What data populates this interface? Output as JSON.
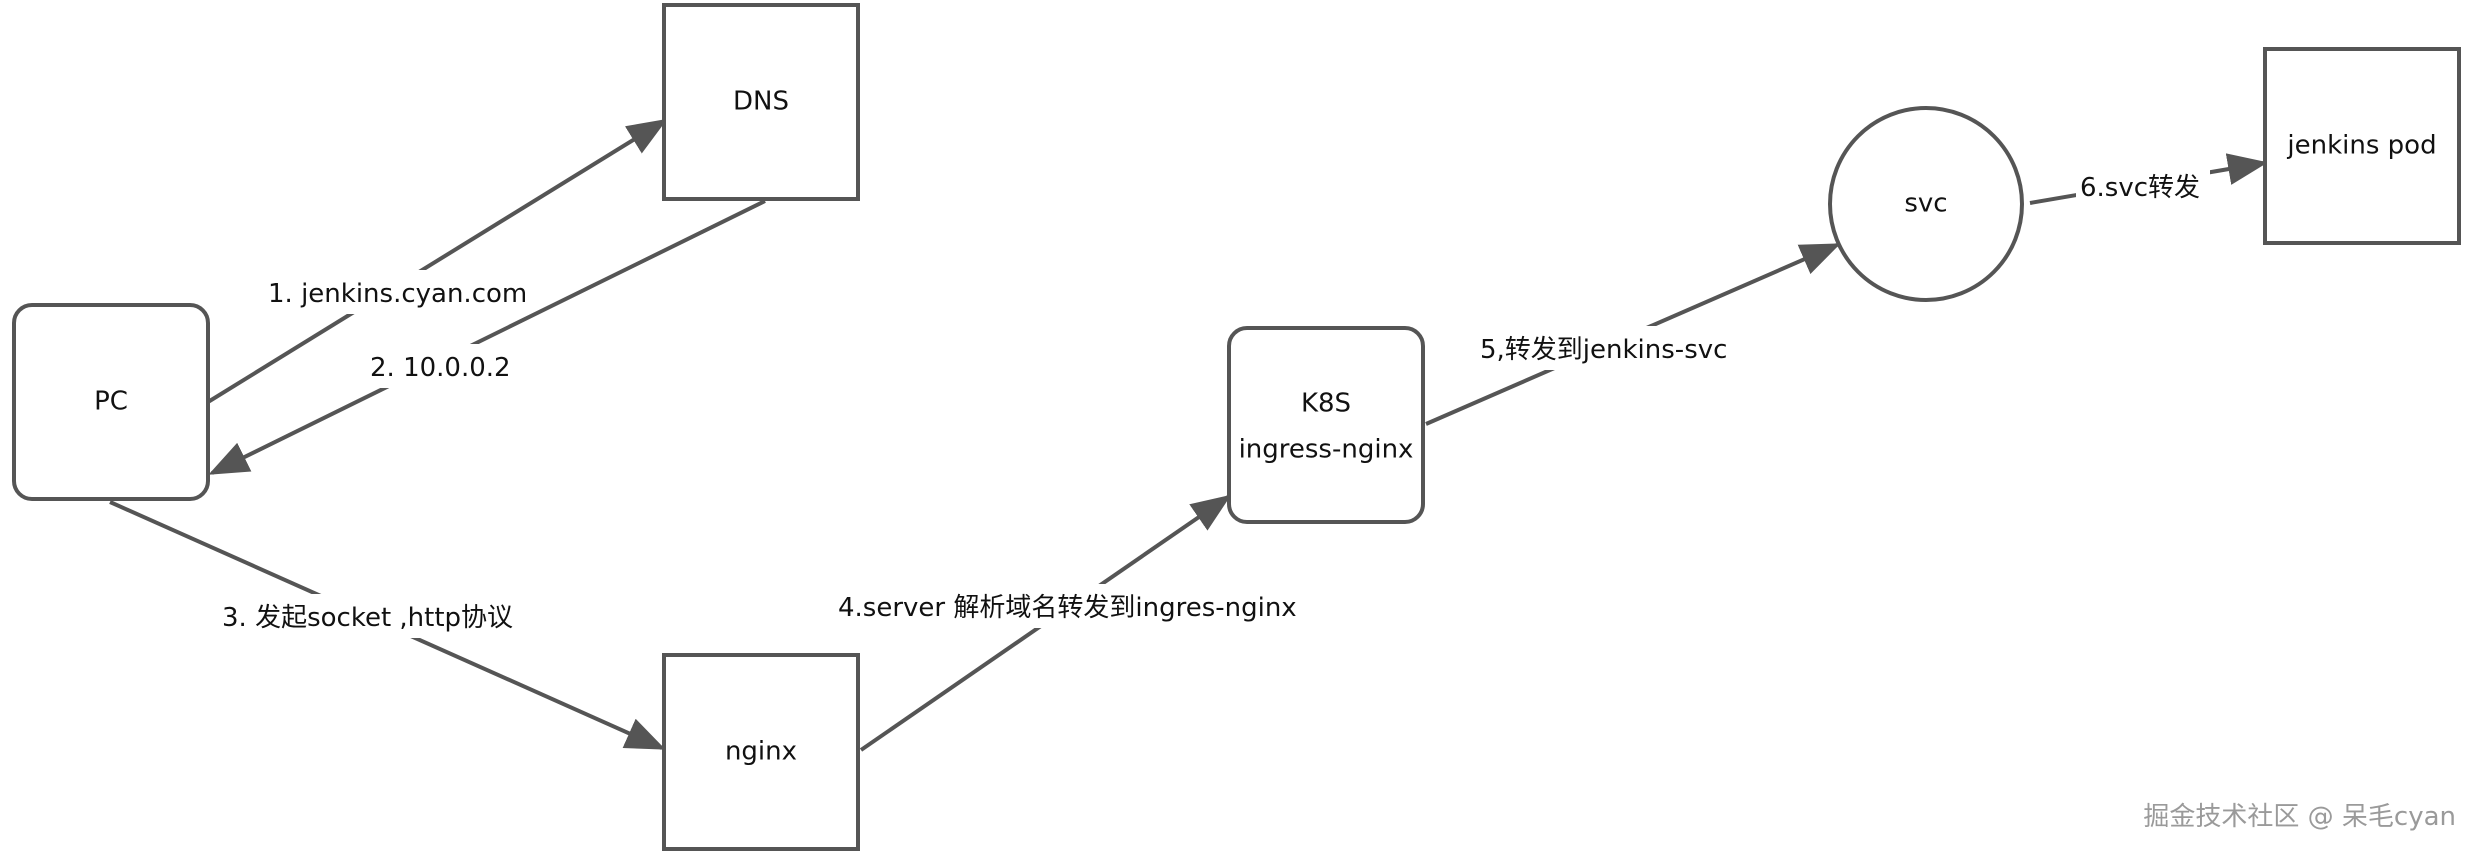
{
  "nodes": {
    "pc": "PC",
    "dns": "DNS",
    "nginx": "nginx",
    "k8s_line1": "K8S",
    "k8s_line2": "ingress-nginx",
    "svc": "svc",
    "jenkins_pod": "jenkins pod"
  },
  "edges": {
    "step1": "1. jenkins.cyan.com",
    "step2": "2. 10.0.0.2",
    "step3": "3. 发起socket ,http协议",
    "step4": "4.server 解析域名转发到ingres-nginx",
    "step5": "5,转发到jenkins-svc",
    "step6": "6.svc转发"
  },
  "watermark": "掘金技术社区 @ 呆毛cyan",
  "colors": {
    "stroke": "#555555",
    "text": "#111111",
    "watermark": "#9a9a9a",
    "background": "#ffffff"
  }
}
